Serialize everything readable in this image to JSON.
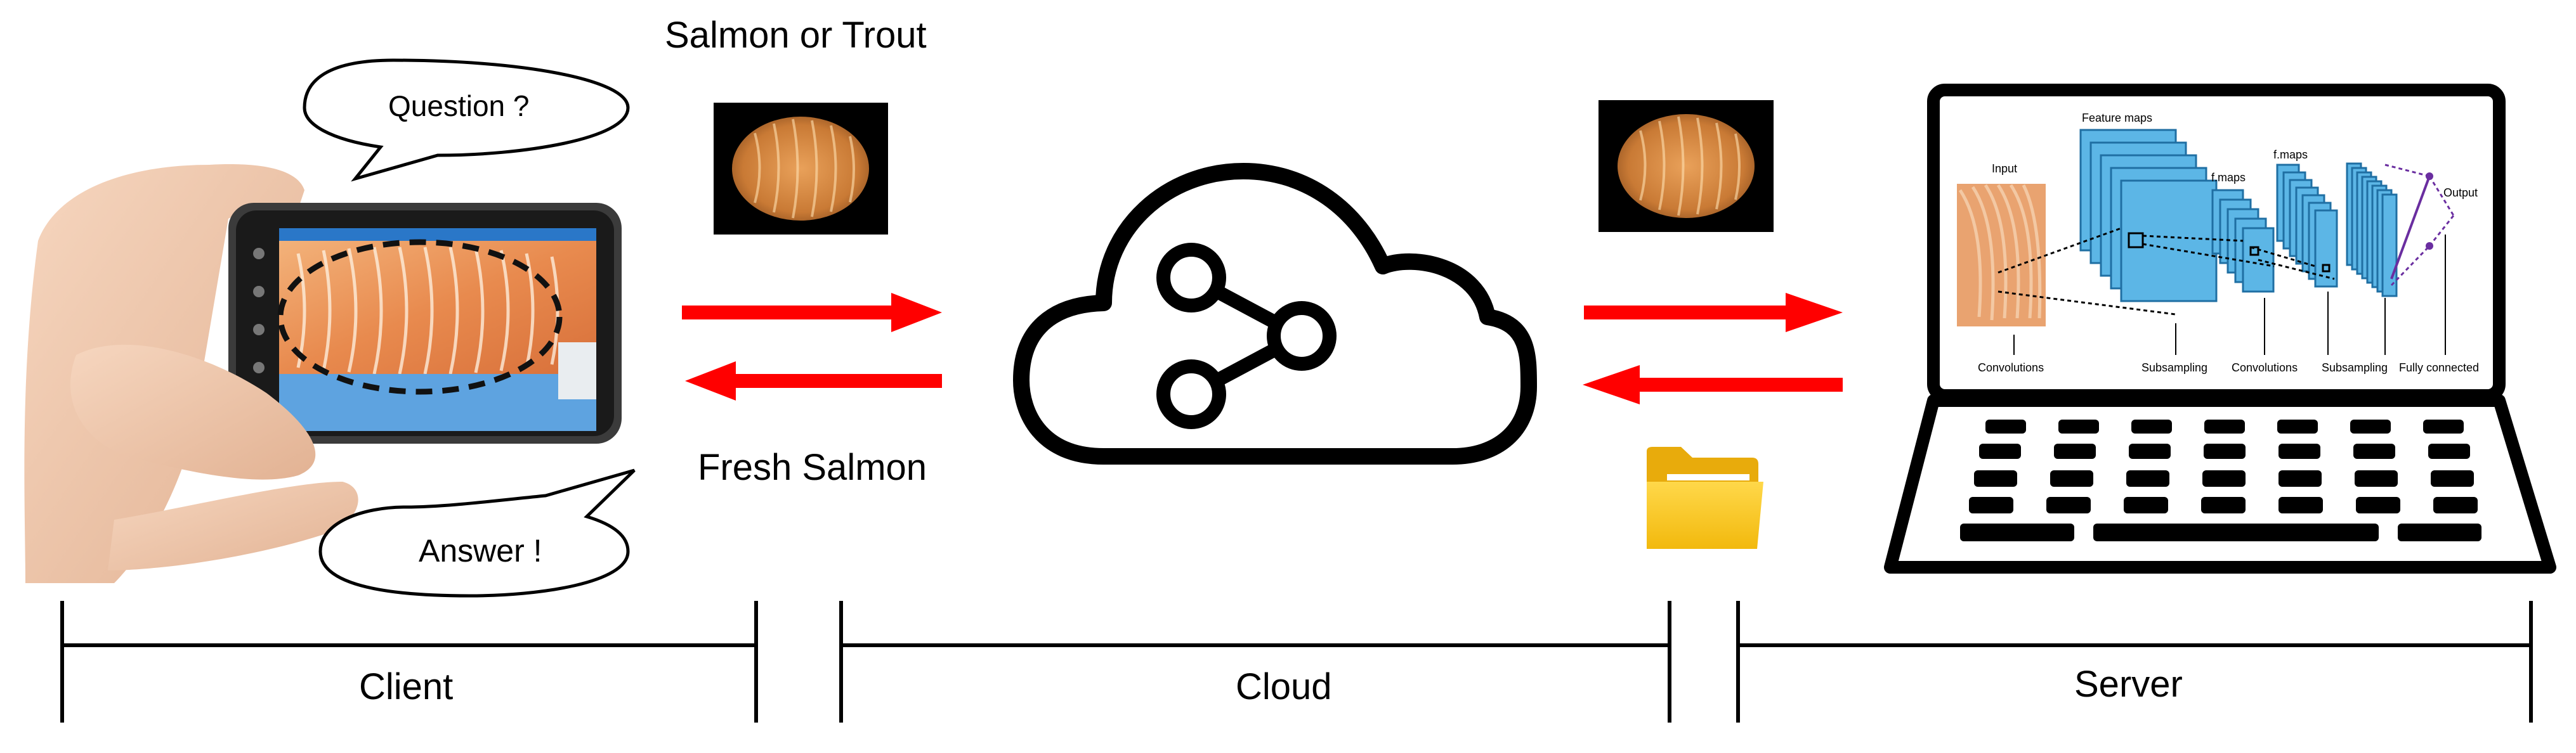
{
  "labels": {
    "question": "Question ?",
    "answer": "Answer !",
    "request": "Salmon or Trout",
    "response": "Fresh Salmon"
  },
  "sections": {
    "client": "Client",
    "cloud": "Cloud",
    "server": "Server"
  },
  "cnn": {
    "input": "Input",
    "feature_maps": "Feature maps",
    "fmaps_1": "f.maps",
    "fmaps_2": "f.maps",
    "output": "Output",
    "convolutions_1": "Convolutions",
    "subsampling_1": "Subsampling",
    "convolutions_2": "Convolutions",
    "subsampling_2": "Subsampling",
    "fully_connected": "Fully connected"
  },
  "colors": {
    "arrow": "#ff0000",
    "folder": "#f5c518",
    "cnn_block": "#5cb6e6",
    "salmon": "#e8925a"
  },
  "icons": [
    "phone-in-hand-icon",
    "cloud-share-icon",
    "folder-icon",
    "laptop-icon",
    "fish-thumbnail-icon"
  ]
}
